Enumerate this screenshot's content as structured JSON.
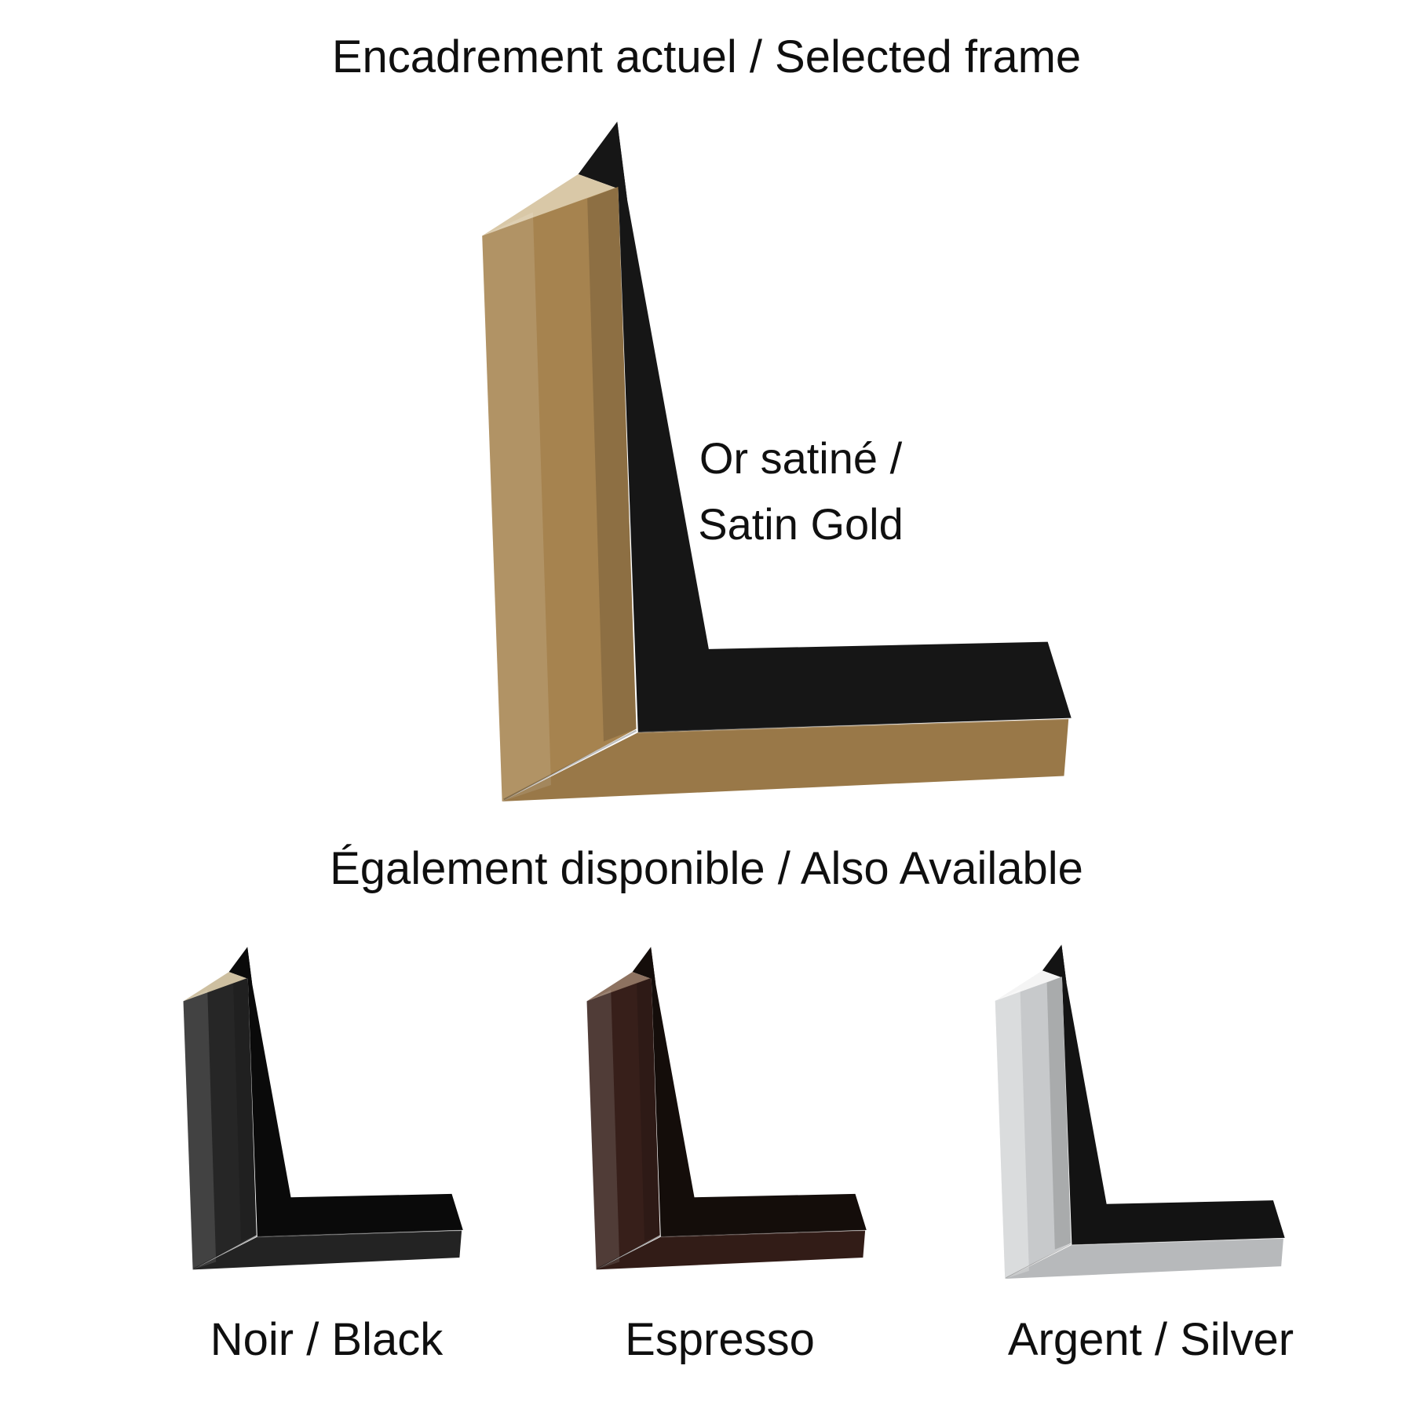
{
  "page": {
    "background": "#ffffff",
    "text_color": "#0f0f0f"
  },
  "sections": {
    "selected": {
      "heading": "Encadrement actuel / Selected frame"
    },
    "available": {
      "heading": "Également disponible / Also Available"
    }
  },
  "selected_frame": {
    "label_line1": "Or satiné /",
    "label_line2": "Satin Gold",
    "colors": {
      "main": "#a6834f",
      "cut": "#d9c8a7",
      "inner": "#161616"
    }
  },
  "available_frames": [
    {
      "label": "Noir / Black",
      "colors": {
        "main": "#262626",
        "cut": "#cdbfa0",
        "inner": "#0a0a0a"
      }
    },
    {
      "label": "Espresso",
      "colors": {
        "main": "#371f1a",
        "cut": "#8d7260",
        "inner": "#140d0a"
      }
    },
    {
      "label": "Argent / Silver",
      "colors": {
        "main": "#c7c9cb",
        "cut": "#f4f4f4",
        "inner": "#131313"
      }
    }
  ]
}
